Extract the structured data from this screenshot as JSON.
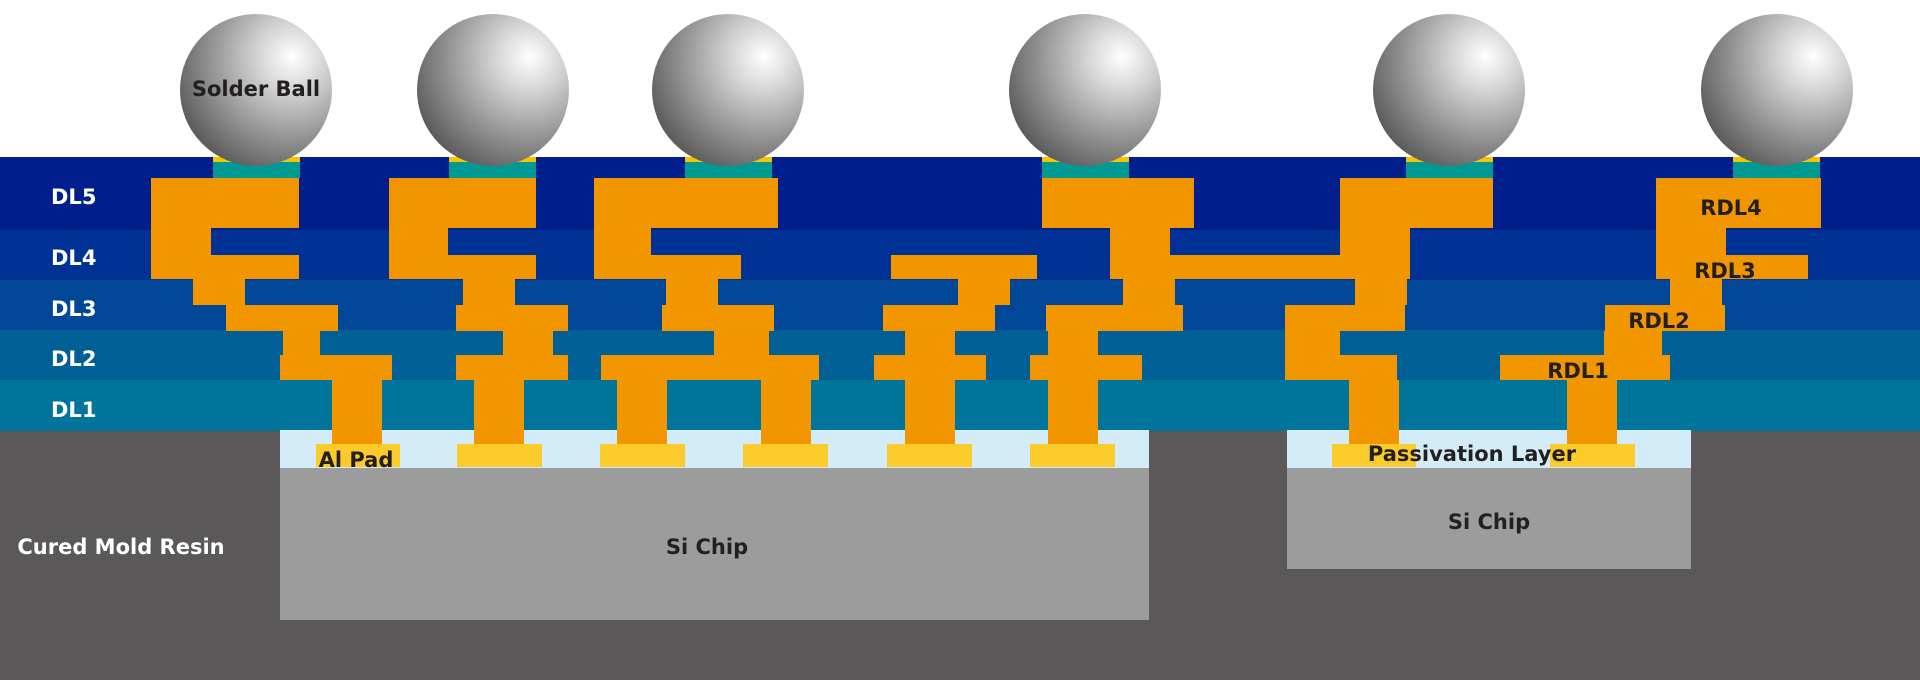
{
  "labels": {
    "solder_ball": "Solder Ball",
    "dl5": "DL5",
    "dl4": "DL4",
    "dl3": "DL3",
    "dl2": "DL2",
    "dl1": "DL1",
    "al_pad": "Al Pad",
    "passivation": "Passivation Layer",
    "si_chip_left": "Si Chip",
    "si_chip_right": "Si Chip",
    "mold_resin": "Cured Mold Resin",
    "rdl1": "RDL1",
    "rdl2": "RDL2",
    "rdl3": "RDL3",
    "rdl4": "RDL4"
  },
  "colors": {
    "mold": "#5a5859",
    "chip": "#9c9c9c",
    "passivation": "#d4ecf8",
    "pad": "#fbcb2c",
    "copper": "#f29600",
    "ubm_gold": "#f8c400",
    "ubm_teal": "#009a93",
    "dl5": "#001e8c",
    "dl4": "#003194",
    "dl3": "#004797",
    "dl2": "#005f94",
    "dl1": "#00749b",
    "ball_light": "#ffffff",
    "ball_dark": "#4f4f4f"
  }
}
